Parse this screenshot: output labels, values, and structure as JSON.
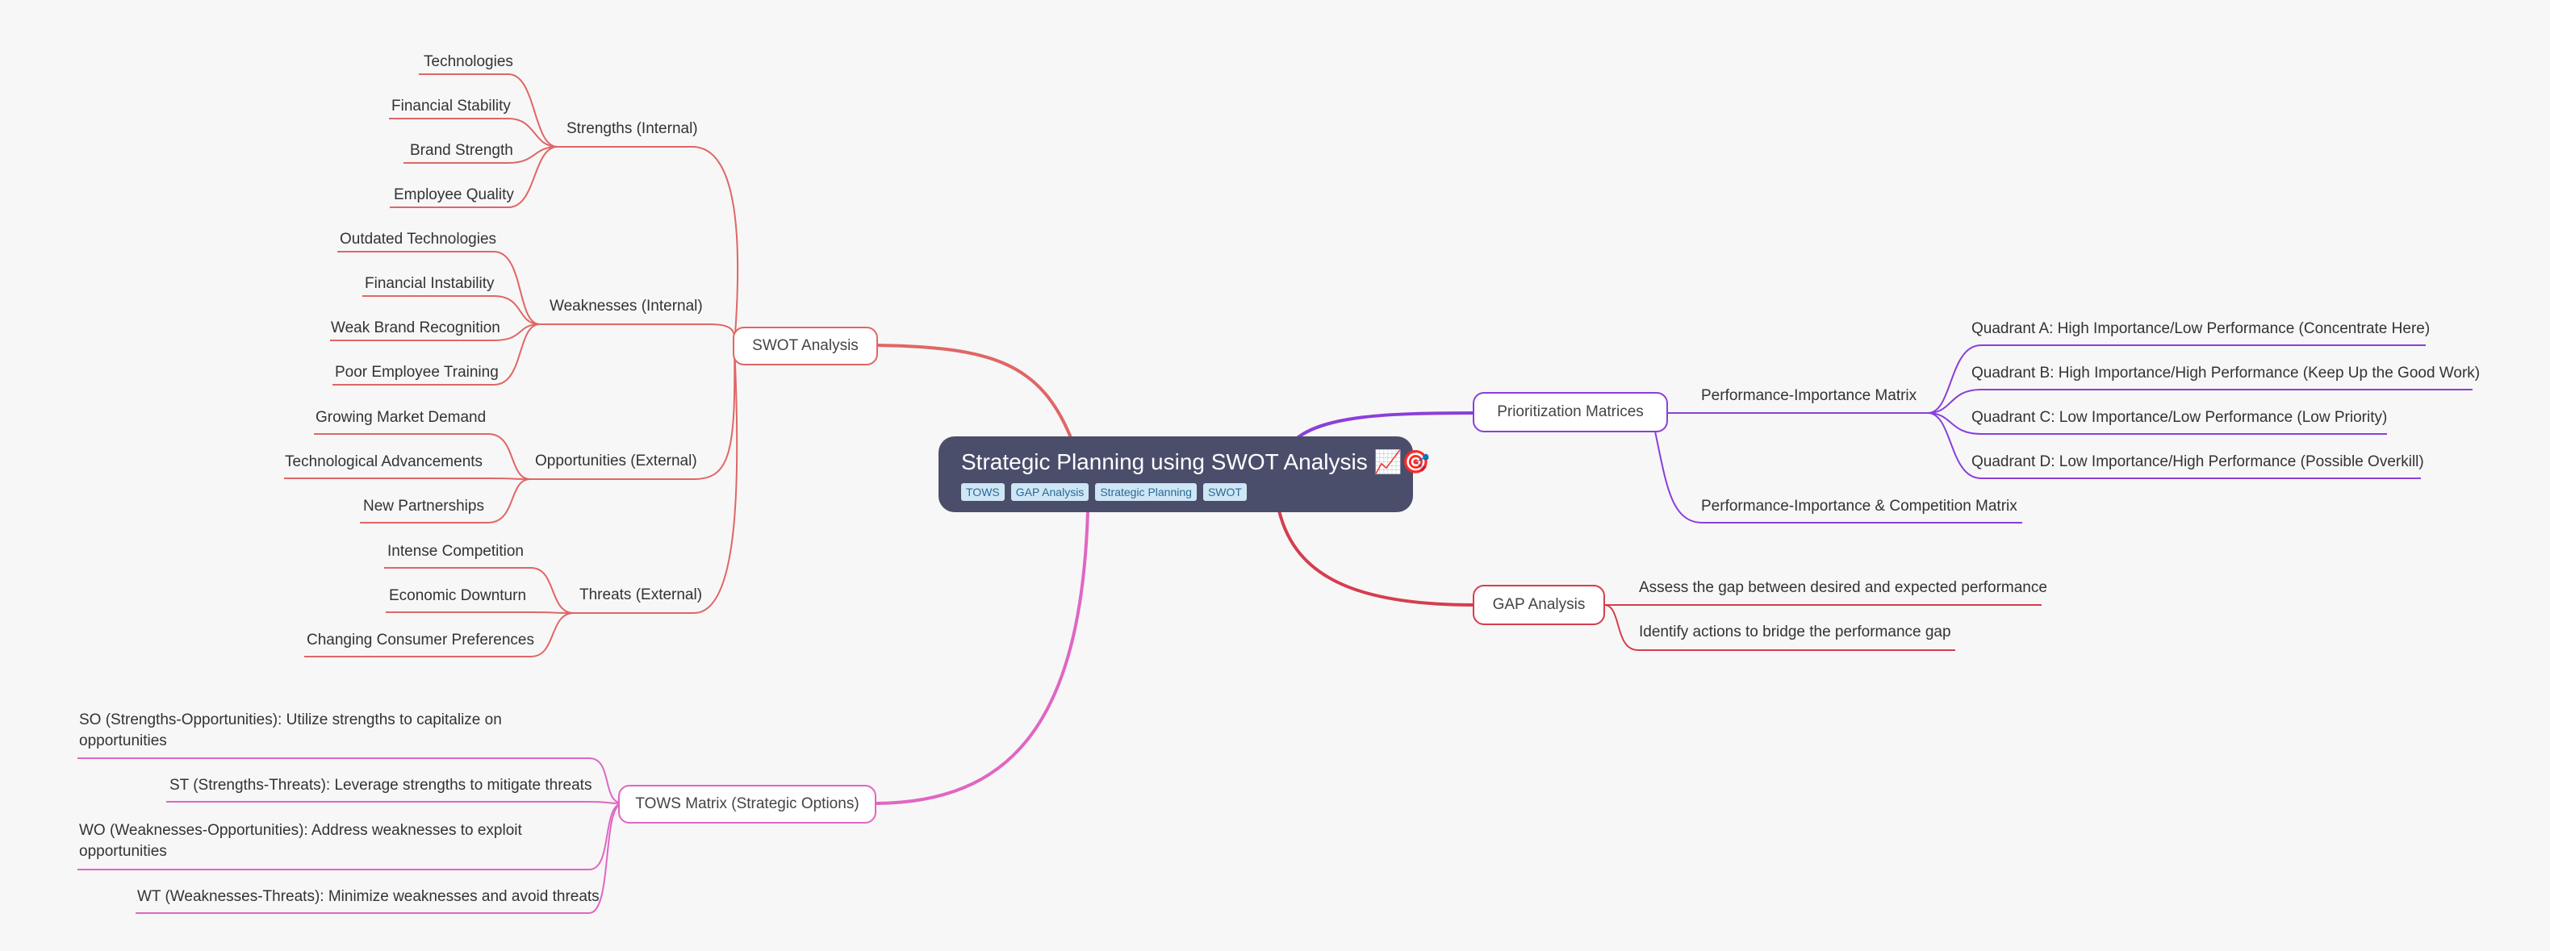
{
  "root": {
    "title": "Strategic Planning using SWOT Analysis 📈🎯",
    "tags": [
      "TOWS",
      "GAP Analysis",
      "Strategic Planning",
      "SWOT"
    ]
  },
  "colors": {
    "swot": "#e06666",
    "tows": "#e066c3",
    "prio": "#8a3fd9",
    "gap": "#d63d4f"
  },
  "swot": {
    "label": "SWOT Analysis",
    "strengths": {
      "label": "Strengths (Internal)",
      "items": [
        "Technologies",
        "Financial Stability",
        "Brand Strength",
        "Employee Quality"
      ]
    },
    "weaknesses": {
      "label": "Weaknesses (Internal)",
      "items": [
        "Outdated Technologies",
        "Financial Instability",
        "Weak Brand Recognition",
        "Poor Employee Training"
      ]
    },
    "opportunities": {
      "label": "Opportunities (External)",
      "items": [
        "Growing Market Demand",
        "Technological Advancements",
        "New Partnerships"
      ]
    },
    "threats": {
      "label": "Threats (External)",
      "items": [
        "Intense Competition",
        "Economic Downturn",
        "Changing Consumer Preferences"
      ]
    }
  },
  "tows": {
    "label": "TOWS Matrix (Strategic Options)",
    "items": [
      "SO (Strengths-Opportunities): Utilize strengths to capitalize on opportunities",
      "ST (Strengths-Threats): Leverage strengths to mitigate threats",
      "WO (Weaknesses-Opportunities): Address weaknesses to exploit opportunities",
      "WT (Weaknesses-Threats): Minimize weaknesses and avoid threats"
    ]
  },
  "prio": {
    "label": "Prioritization Matrices",
    "pim": {
      "label": "Performance-Importance Matrix",
      "items": [
        "Quadrant A: High Importance/Low Performance (Concentrate Here)",
        "Quadrant B: High Importance/High Performance (Keep Up the Good Work)",
        "Quadrant C: Low Importance/Low Performance (Low Priority)",
        "Quadrant D: Low Importance/High Performance (Possible Overkill)"
      ]
    },
    "picm": {
      "label": "Performance-Importance & Competition Matrix"
    }
  },
  "gap": {
    "label": "GAP Analysis",
    "items": [
      "Assess the gap between desired and expected performance",
      "Identify actions to bridge the performance gap"
    ]
  }
}
